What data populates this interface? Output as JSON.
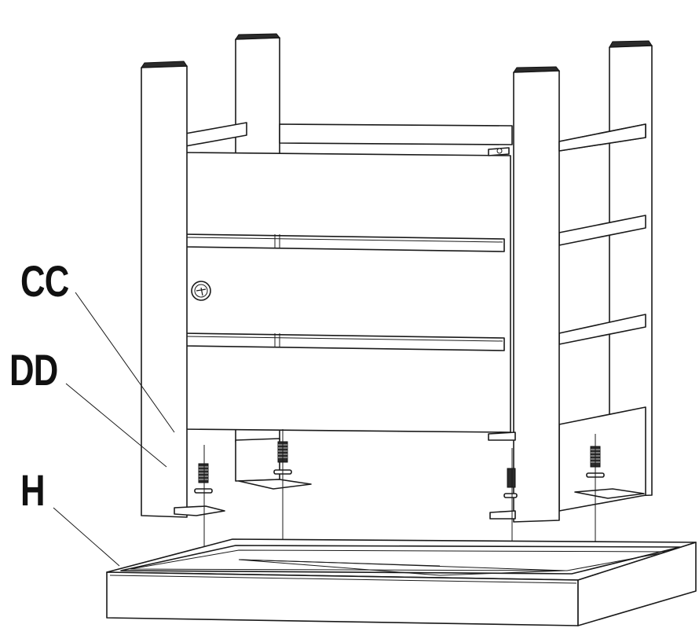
{
  "labels": {
    "cc": "CC",
    "dd": "DD",
    "h": "H"
  },
  "colors": {
    "line": "#1a1a1a",
    "background": "#ffffff"
  }
}
